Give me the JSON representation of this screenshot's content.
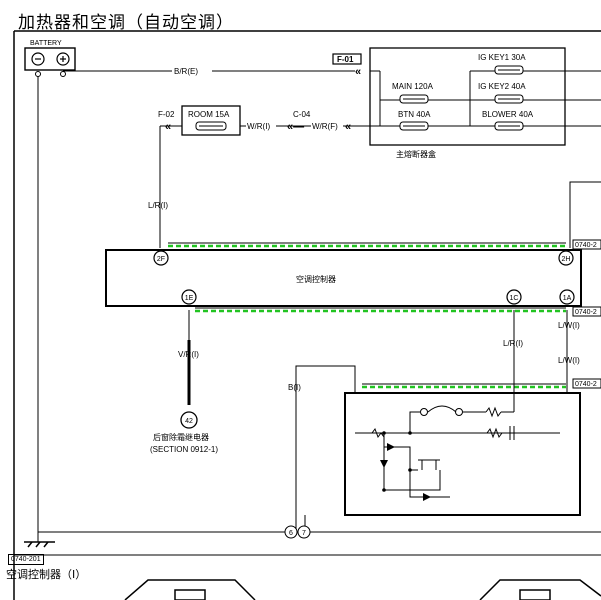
{
  "page_title": "加热器和空调（自动空调）",
  "battery_label": "BATTERY",
  "connectors": {
    "f01": "F-01",
    "f02": "F-02",
    "c04": "C-04"
  },
  "fuses": {
    "main": "MAIN 120A",
    "btn": "BTN 40A",
    "ig_key1": "IG KEY1 30A",
    "ig_key2": "IG KEY2 40A",
    "blower": "BLOWER 40A",
    "room": "ROOM 15A"
  },
  "fuse_box_label": "主熔断器盒",
  "wires": {
    "br_e": "B/R(E)",
    "wr_i": "W/R(I)",
    "wr_f": "W/R(F)",
    "lr_i_left": "L/R(I)",
    "vr_i": "V/R(I)",
    "lr_i_mid": "L/R(I)",
    "lw_i_top": "L/W(I)",
    "lw_i_bottom": "L/W(I)",
    "b_i": "B(I)"
  },
  "controller_label": "空调控制器",
  "pins": {
    "p2f": "2F",
    "p2h": "2H",
    "p1e": "1E",
    "p1c": "1C",
    "p1a": "1A",
    "p42": "42",
    "p6": "6",
    "p7": "7"
  },
  "ref_codes": {
    "r1": "0740-2",
    "r2": "0740-2",
    "r3": "0740-2"
  },
  "relay_label_line1": "后窗除霜继电器",
  "relay_label_line2": "(SECTION 0912-1)",
  "section_code": "0740-201",
  "section_title": "空调控制器（I）"
}
